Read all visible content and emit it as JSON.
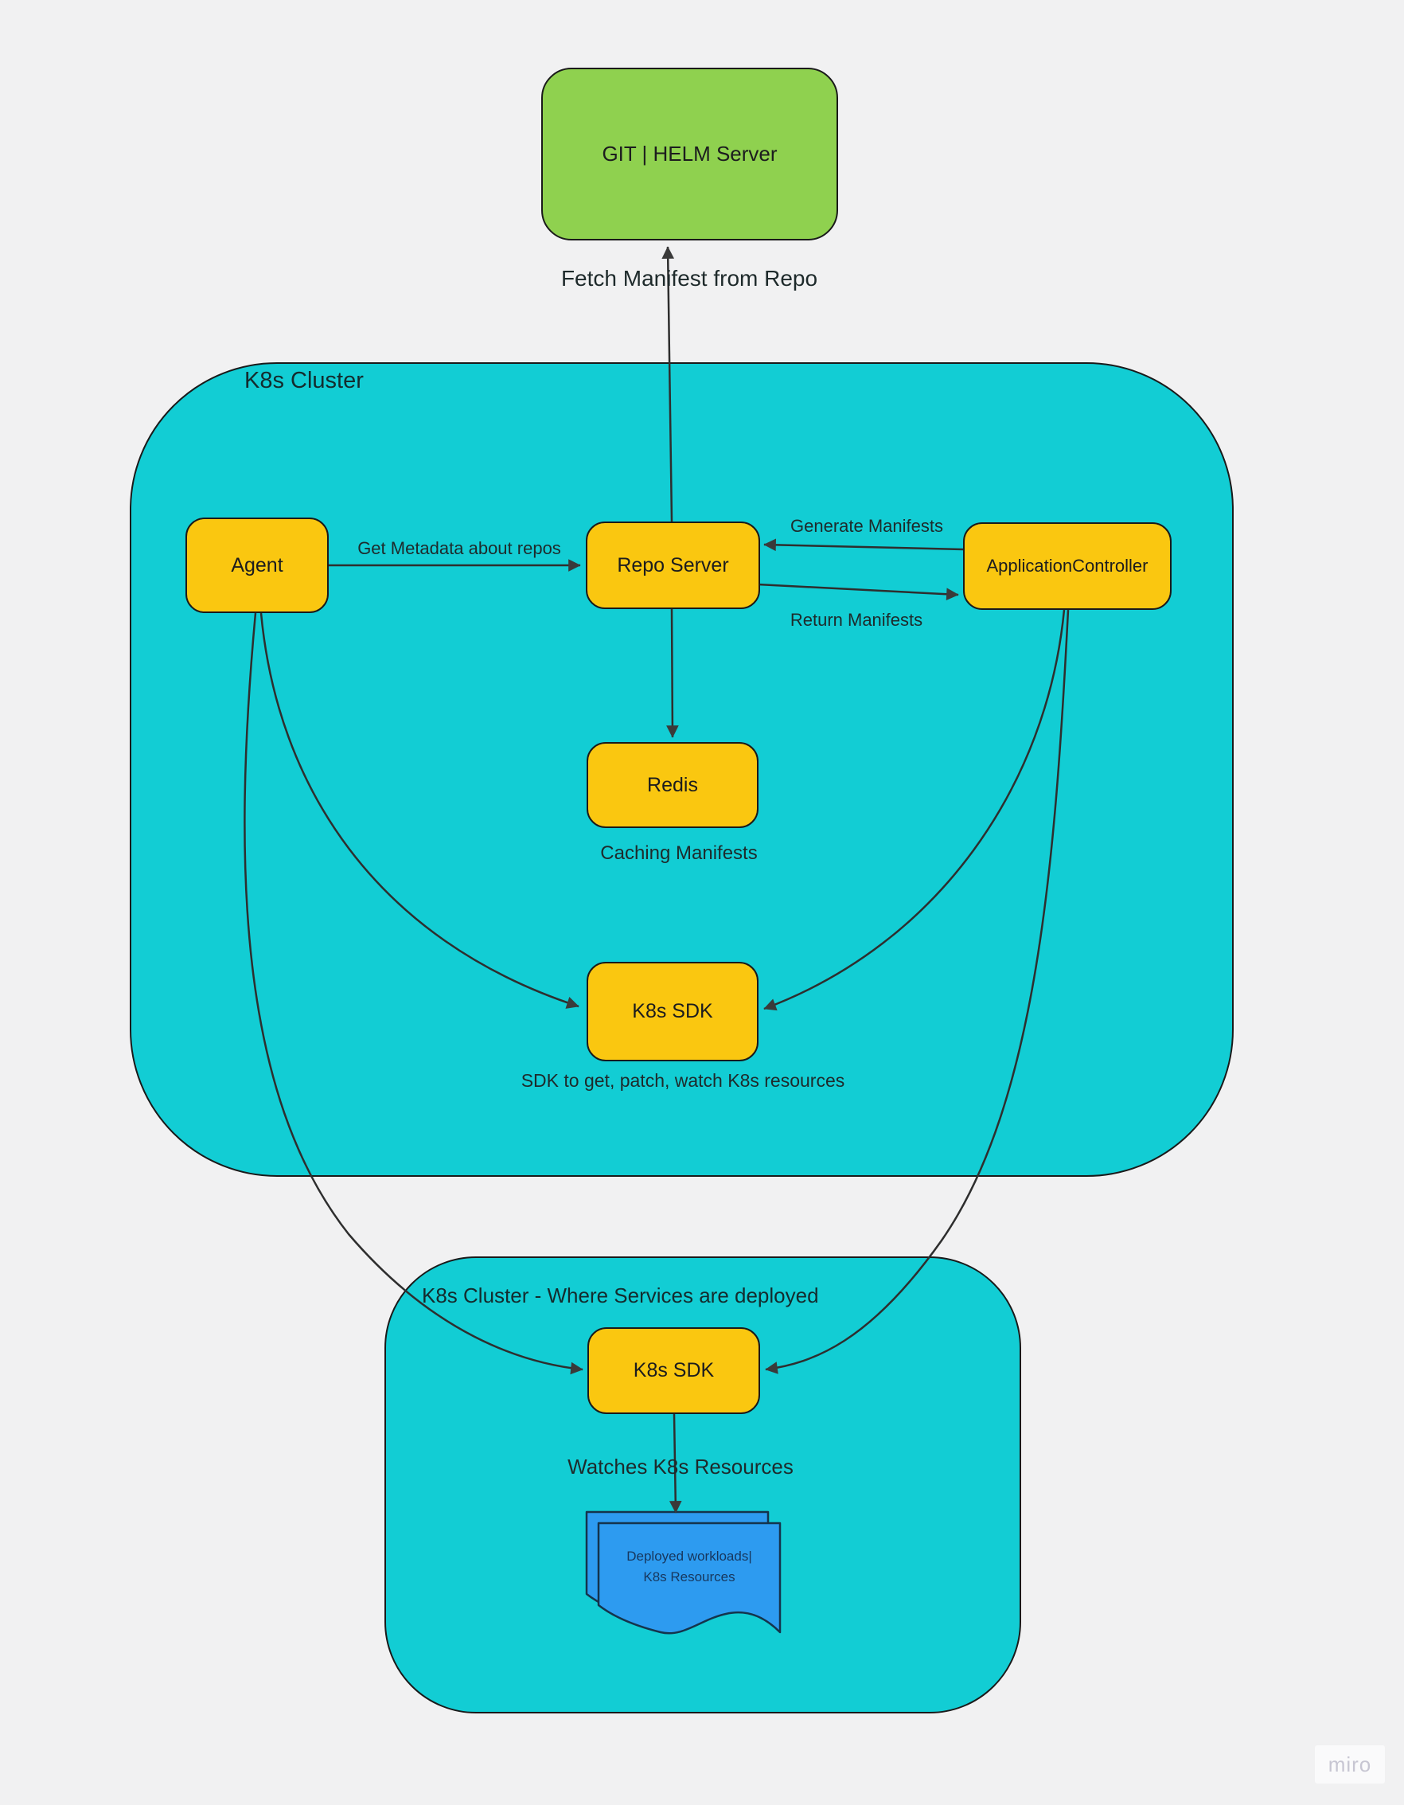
{
  "colors": {
    "background": "#F1F1F2",
    "cluster_fill": "#12CDD4",
    "node_fill": "#FAC710",
    "git_fill": "#8FD14F",
    "doc_fill": "#2D9BF0",
    "doc_border": "#14344C",
    "doc_text": "#17375E",
    "connector": "#2E2E2E",
    "text": "#1C1C1E",
    "watermark_text": "#C7C6D2"
  },
  "git_server": {
    "label": "GIT | HELM Server"
  },
  "edges": {
    "fetch_manifest": "Fetch Manifest from Repo",
    "get_metadata": "Get Metadata about repos",
    "generate_manifests": "Generate Manifests",
    "return_manifests": "Return Manifests",
    "watches_resources": "Watches K8s Resources"
  },
  "cluster_main": {
    "title": "K8s Cluster",
    "nodes": {
      "agent": "Agent",
      "repo_server": "Repo Server",
      "application_controller": "ApplicationController",
      "redis": "Redis",
      "k8s_sdk": "K8s SDK"
    },
    "captions": {
      "redis": "Caching Manifests",
      "sdk": "SDK to get, patch, watch K8s resources"
    }
  },
  "cluster_deploy": {
    "title": "K8s Cluster - Where Services are deployed",
    "nodes": {
      "k8s_sdk": "K8s SDK"
    },
    "doc": {
      "line1": "Deployed workloads|",
      "line2": "K8s Resources"
    }
  },
  "watermark": "miro"
}
